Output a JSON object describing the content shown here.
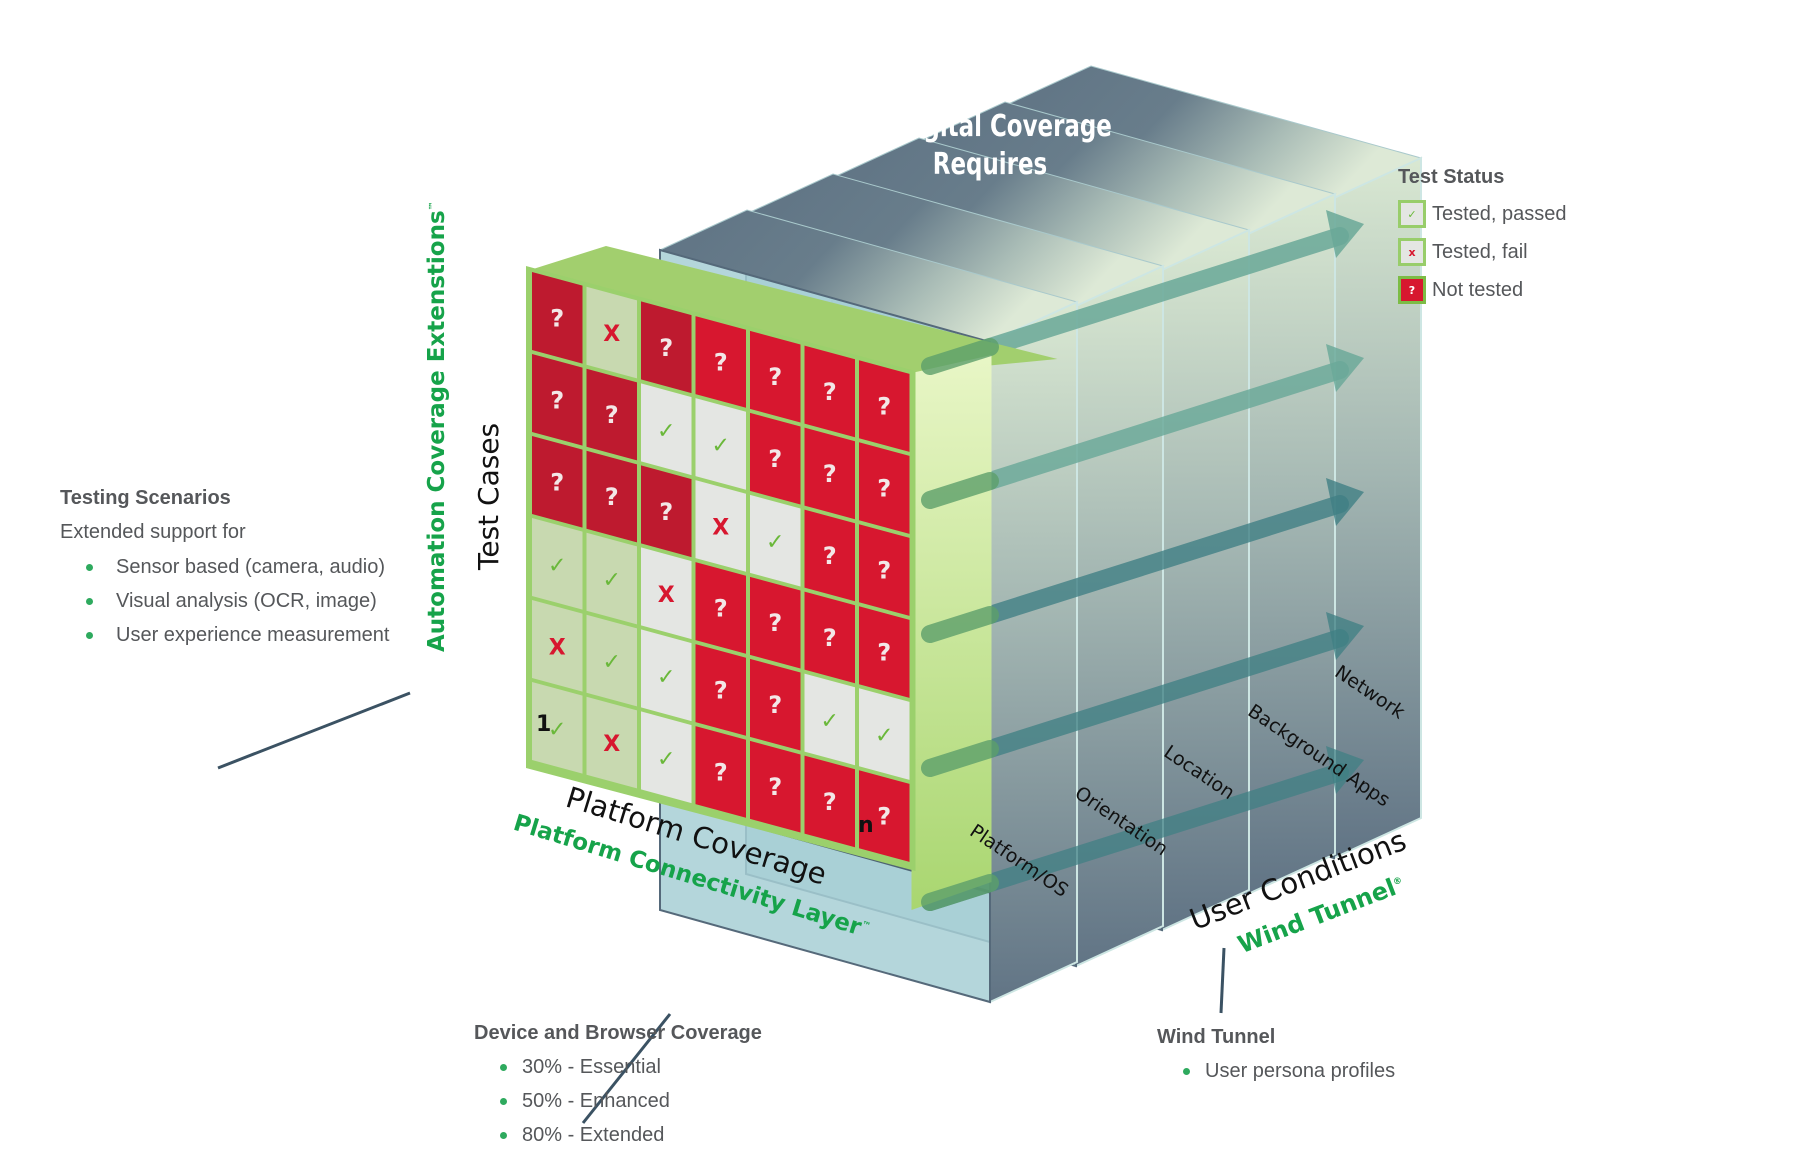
{
  "header": {
    "title_line1": "Digital Coverage",
    "title_line2": "Requires"
  },
  "legend": {
    "title": "Test Status",
    "items": [
      {
        "status": "pass",
        "symbol": "✓",
        "label": "Tested, passed"
      },
      {
        "status": "fail",
        "symbol": "x",
        "label": "Tested, fail"
      },
      {
        "status": "untested",
        "symbol": "?",
        "label": "Not tested"
      }
    ]
  },
  "colors": {
    "untested": "#d7172f",
    "untested_dark": "#be1a2f",
    "tested_bg": "#e4e6e3",
    "tested_bg_green": "#c8d9b0",
    "grid_line": "#9bd06c",
    "pass_mark": "#6ab83a",
    "fail_mark": "#d7172f",
    "brand_green": "#16a34a",
    "slate": "#617484",
    "light_teal": "#a7cfd5",
    "arrow": "#4b8f8c"
  },
  "matrix": {
    "columns": [
      [
        "?",
        "?",
        "?",
        "✓",
        "X",
        "✓"
      ],
      [
        "X",
        "?",
        "?",
        "✓",
        "✓",
        "X"
      ],
      [
        "?",
        "✓",
        "?",
        "X",
        "✓",
        "✓"
      ],
      [
        "?",
        "✓",
        "X",
        "?",
        "?",
        "?"
      ],
      [
        "?",
        "?",
        "✓",
        "?",
        "?",
        "?"
      ],
      [
        "?",
        "?",
        "?",
        "?",
        "✓",
        "?"
      ],
      [
        "?",
        "?",
        "?",
        "?",
        "✓",
        "?"
      ]
    ]
  },
  "axes": {
    "test_cases": "Test Cases",
    "automation_ext": "Automation Coverage Extenstions",
    "automation_ext_mark": "™",
    "platform_start": "1",
    "platform_end": "n",
    "platform_coverage": "Platform Coverage",
    "platform_layer": "Platform Connectivity Layer",
    "platform_layer_mark": "™",
    "user_conditions": "User Conditions",
    "wind_tunnel": "Wind Tunnel",
    "wind_tunnel_mark": "®",
    "conditions": [
      "Platform/OS",
      "Orientation",
      "Location",
      "Background Apps",
      "Network"
    ]
  },
  "callouts": {
    "testing_scenarios": {
      "title": "Testing Scenarios",
      "intro": "Extended support for",
      "items": [
        "Sensor based (camera, audio)",
        "Visual analysis (OCR, image)",
        "User experience measurement"
      ]
    },
    "device_browser": {
      "title": "Device and Browser Coverage",
      "items": [
        "30% - Essential",
        "50% - Enhanced",
        "80% - Extended"
      ]
    },
    "wind_tunnel": {
      "title": "Wind Tunnel",
      "items": [
        "User persona profiles"
      ]
    }
  }
}
